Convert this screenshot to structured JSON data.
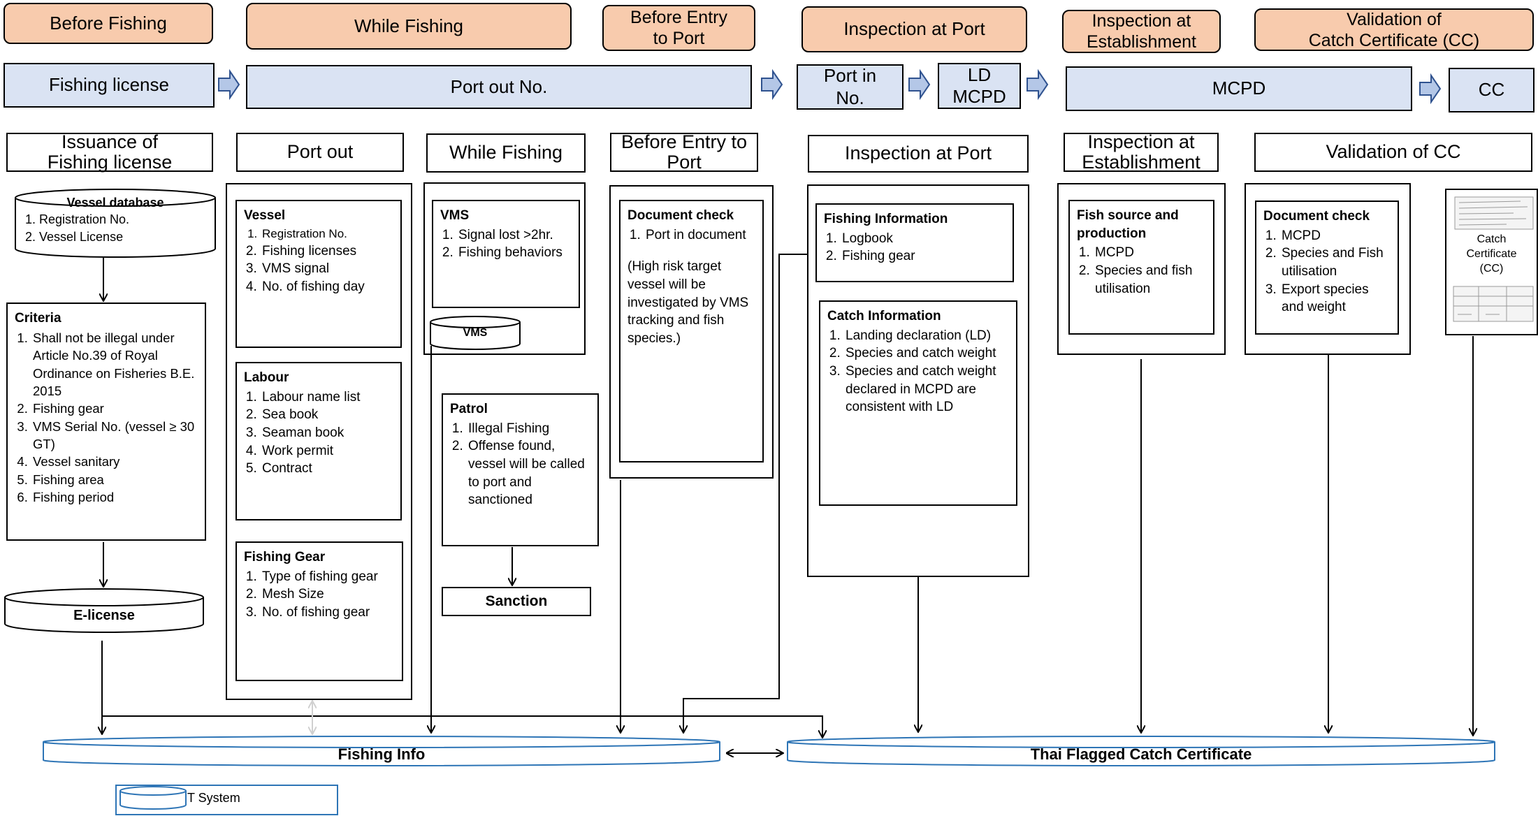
{
  "phases": [
    "Before Fishing",
    "While Fishing",
    "Before Entry\nto Port",
    "Inspection at Port",
    "Inspection at\nEstablishment",
    "Validation of\nCatch Certificate  (CC)"
  ],
  "documents": [
    "Fishing license",
    "Port out No.",
    "Port in\nNo.",
    "LD\nMCPD",
    "MCPD",
    "CC"
  ],
  "stages": [
    "Issuance of\nFishing license",
    "Port out",
    "While Fishing",
    "Before Entry to\nPort",
    "Inspection at Port",
    "Inspection at\nEstablishment",
    "Validation of  CC"
  ],
  "vessel_database": {
    "title": "Vessel database",
    "items": [
      "Registration No.",
      "Vessel License"
    ]
  },
  "criteria": {
    "title": "Criteria",
    "items": [
      "Shall not be illegal under Article No.39 of Royal Ordinance on Fisheries B.E. 2015",
      "Fishing gear",
      "VMS Serial No. (vessel ≥ 30 GT)",
      "Vessel sanitary",
      "Fishing area",
      "Fishing period"
    ]
  },
  "e_license": "E-license",
  "port_out": {
    "vessel": {
      "title": "Vessel",
      "items": [
        "Registration No.",
        "Fishing licenses",
        "VMS signal",
        "No. of fishing day"
      ]
    },
    "labour": {
      "title": "Labour",
      "items": [
        "Labour name list",
        "Sea book",
        "Seaman book",
        "Work permit",
        "Contract"
      ]
    },
    "gear": {
      "title": "Fishing Gear",
      "items": [
        "Type of fishing gear",
        "Mesh Size",
        "No. of fishing gear"
      ]
    }
  },
  "while_fishing": {
    "vms": {
      "title": "VMS",
      "items": [
        "Signal lost  >2hr.",
        "Fishing behaviors"
      ]
    },
    "vms_db": "VMS",
    "patrol": {
      "title": "Patrol",
      "items": [
        "Illegal Fishing",
        "Offense found, vessel will be called to port and sanctioned"
      ]
    },
    "sanction": "Sanction"
  },
  "before_entry": {
    "title": "Document check",
    "items": [
      "Port in document"
    ],
    "note": "(High risk target vessel will be investigated    by VMS tracking and fish species.)"
  },
  "inspection_port": {
    "fishing_info": {
      "title": "Fishing Information",
      "items": [
        "Logbook",
        "Fishing gear"
      ]
    },
    "catch_info": {
      "title": "Catch Information",
      "items": [
        "Landing declaration  (LD)",
        "Species and catch weight",
        "Species and catch weight declared in MCPD are consistent with LD"
      ]
    }
  },
  "establishment": {
    "title": "Fish source and production",
    "items": [
      "MCPD",
      "Species and fish utilisation"
    ]
  },
  "validation": {
    "title": "Document check",
    "items": [
      "MCPD",
      "Species and Fish utilisation",
      "Export  species and weight"
    ]
  },
  "catch_certificate": "Catch\nCertificate\n(CC)",
  "databases": {
    "fishing_info": "Fishing Info",
    "thai_cc": "Thai Flagged Catch Certificate"
  },
  "legend": "T System",
  "colors": {
    "phase_fill": "#f8cbad",
    "document_fill": "#dae3f3",
    "arrow_fill": "#b4c7e7",
    "database_outline": "#2e75b6"
  }
}
